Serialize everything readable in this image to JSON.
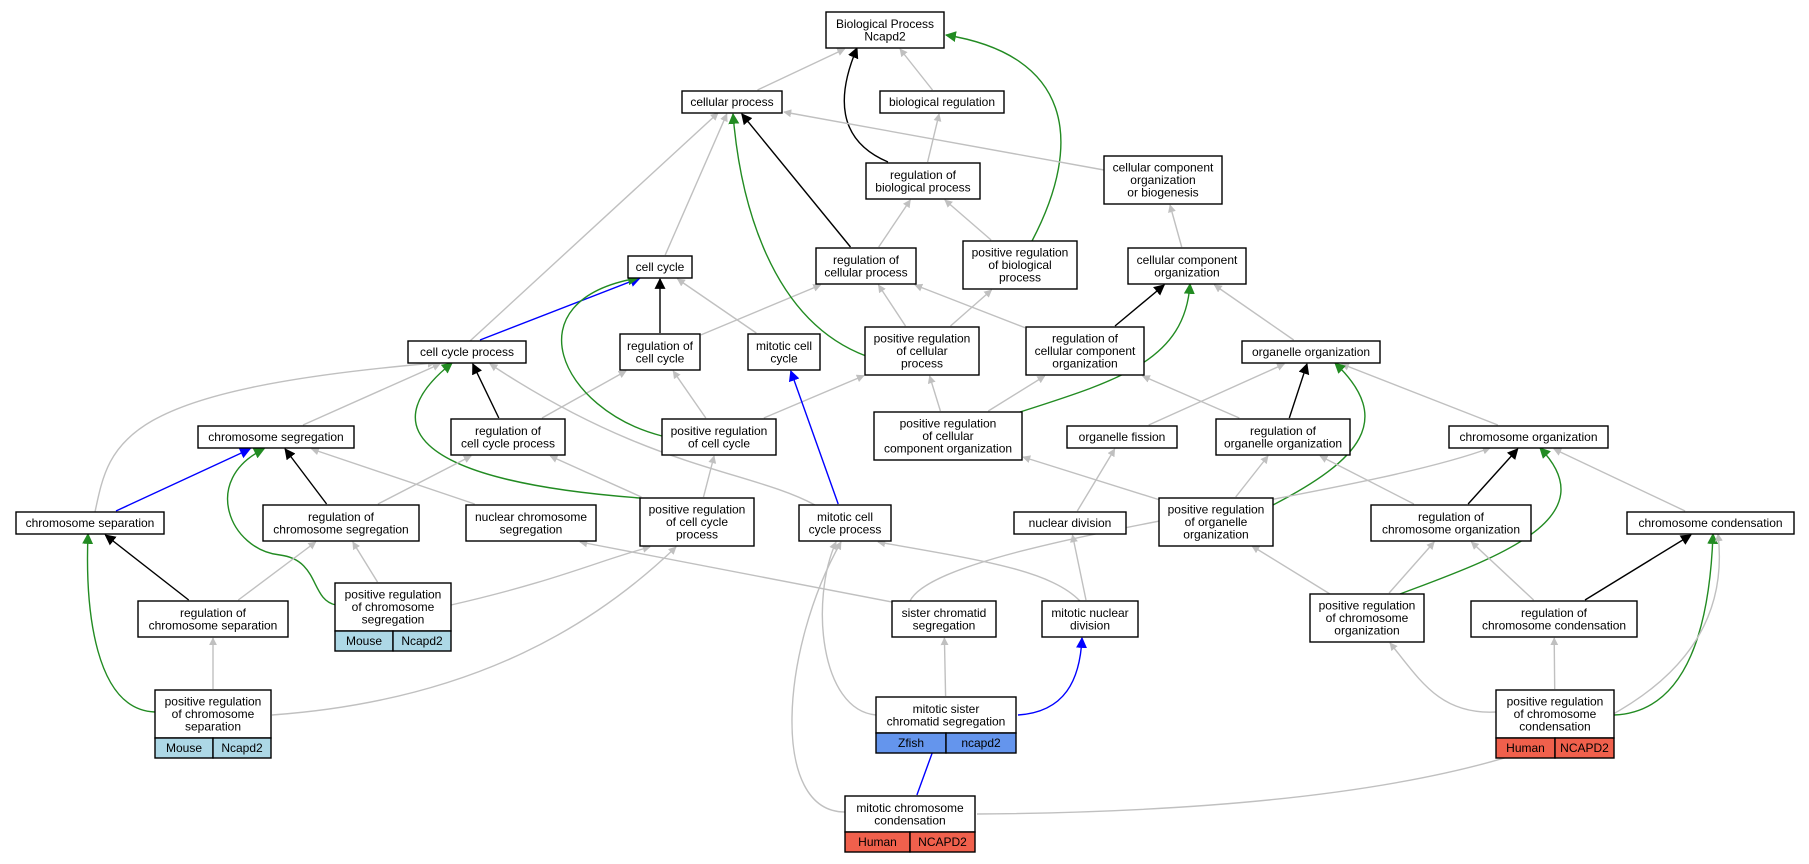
{
  "colors": {
    "gray": "#c0c0c0",
    "black": "#000000",
    "green": "#228b22",
    "blue": "#0000ff",
    "mouse": "#add8e6",
    "zfish": "#6495ed",
    "human": "#f0604c"
  },
  "nodes": {
    "bp": [
      "Biological Process",
      "Ncapd2"
    ],
    "cp": [
      "cellular process"
    ],
    "br": [
      "biological regulation"
    ],
    "rbp": [
      "regulation of",
      "biological process"
    ],
    "ccob": [
      "cellular component",
      "organization",
      "or biogenesis"
    ],
    "cc": [
      "cell cycle"
    ],
    "rcp": [
      "regulation of",
      "cellular process"
    ],
    "prbp": [
      "positive regulation",
      "of biological",
      "process"
    ],
    "cco": [
      "cellular component",
      "organization"
    ],
    "ccp": [
      "cell cycle process"
    ],
    "rcc": [
      "regulation of",
      "cell cycle"
    ],
    "mcc": [
      "mitotic cell",
      "cycle"
    ],
    "prcp": [
      "positive regulation",
      "of cellular",
      "process"
    ],
    "rcco": [
      "regulation of",
      "cellular component",
      "organization"
    ],
    "oo": [
      "organelle organization"
    ],
    "cs": [
      "chromosome segregation"
    ],
    "rccp": [
      "regulation of",
      "cell cycle process"
    ],
    "prcc": [
      "positive regulation",
      "of cell cycle"
    ],
    "prcco": [
      "positive regulation",
      "of cellular",
      "component organization"
    ],
    "of": [
      "organelle fission"
    ],
    "roo": [
      "regulation of",
      "organelle organization"
    ],
    "co": [
      "chromosome organization"
    ],
    "csep": [
      "chromosome separation"
    ],
    "rcs": [
      "regulation of",
      "chromosome segregation"
    ],
    "ncs": [
      "nuclear chromosome",
      "segregation"
    ],
    "prccp": [
      "positive regulation",
      "of cell cycle",
      "process"
    ],
    "mccp": [
      "mitotic cell",
      "cycle process"
    ],
    "nd": [
      "nuclear division"
    ],
    "proo": [
      "positive regulation",
      "of organelle",
      "organization"
    ],
    "rco": [
      "regulation of",
      "chromosome organization"
    ],
    "ccond": [
      "chromosome condensation"
    ],
    "rcsep": [
      "regulation of",
      "chromosome separation"
    ],
    "prcs": [
      "positive regulation",
      "of chromosome",
      "segregation"
    ],
    "scs": [
      "sister chromatid",
      "segregation"
    ],
    "mnd": [
      "mitotic nuclear",
      "division"
    ],
    "prco": [
      "positive regulation",
      "of chromosome",
      "organization"
    ],
    "rccond": [
      "regulation of",
      "chromosome condensation"
    ],
    "prcsep": [
      "positive regulation",
      "of chromosome",
      "separation"
    ],
    "mscs": [
      "mitotic sister",
      "chromatid segregation"
    ],
    "prccond": [
      "positive regulation",
      "of chromosome",
      "condensation"
    ],
    "mchc": [
      "mitotic chromosome",
      "condensation"
    ]
  },
  "tags": {
    "prcs": [
      "Mouse",
      "Ncapd2"
    ],
    "prcsep": [
      "Mouse",
      "Ncapd2"
    ],
    "mscs": [
      "Zfish",
      "ncapd2"
    ],
    "prccond": [
      "Human",
      "NCAPD2"
    ],
    "mchc": [
      "Human",
      "NCAPD2"
    ]
  }
}
